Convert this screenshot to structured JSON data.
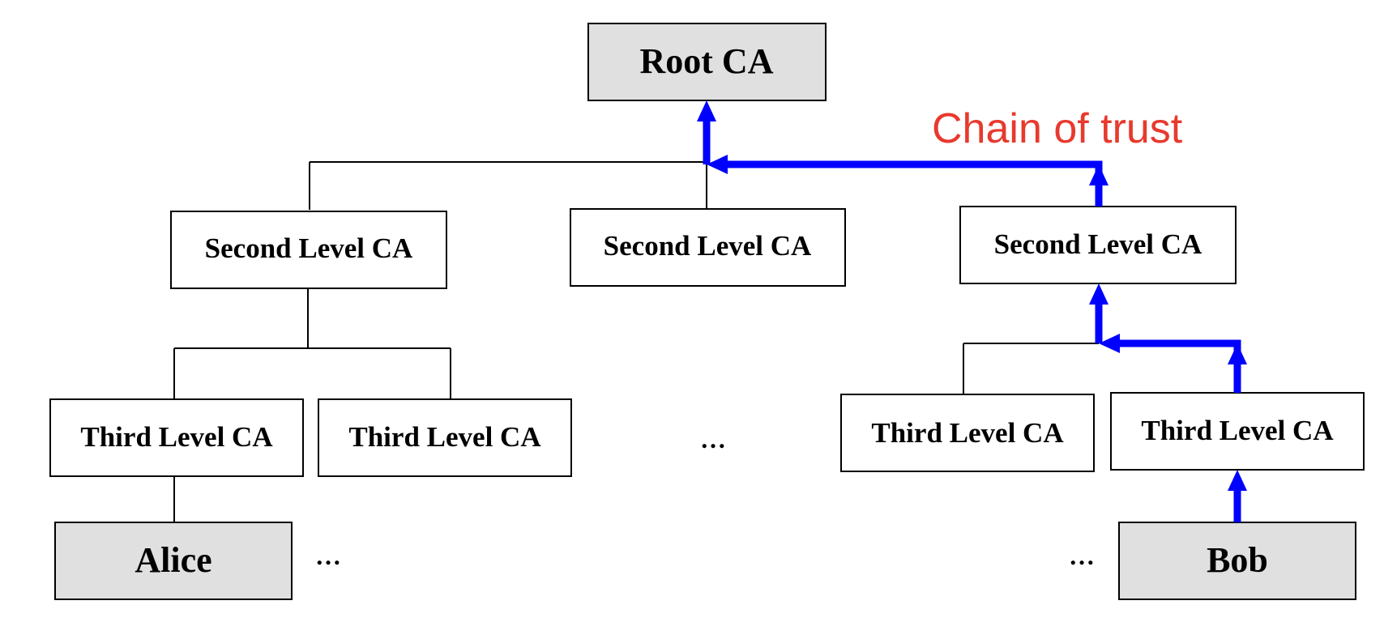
{
  "nodes": {
    "root": "Root CA",
    "second_left": "Second Level CA",
    "second_middle": "Second Level CA",
    "second_right": "Second Level CA",
    "third_1": "Third Level CA",
    "third_2": "Third Level CA",
    "third_3": "Third Level CA",
    "third_4": "Third Level CA",
    "alice": "Alice",
    "bob": "Bob"
  },
  "ellipses": {
    "middle": "…",
    "after_alice": "…",
    "before_bob": "…"
  },
  "chain_label": "Chain of trust",
  "colors": {
    "end_entity_fill": "#e0e0e0",
    "ca_fill": "#ffffff",
    "border": "#000000",
    "chain_arrow": "#0000ff",
    "chain_label": "#e8392d"
  }
}
